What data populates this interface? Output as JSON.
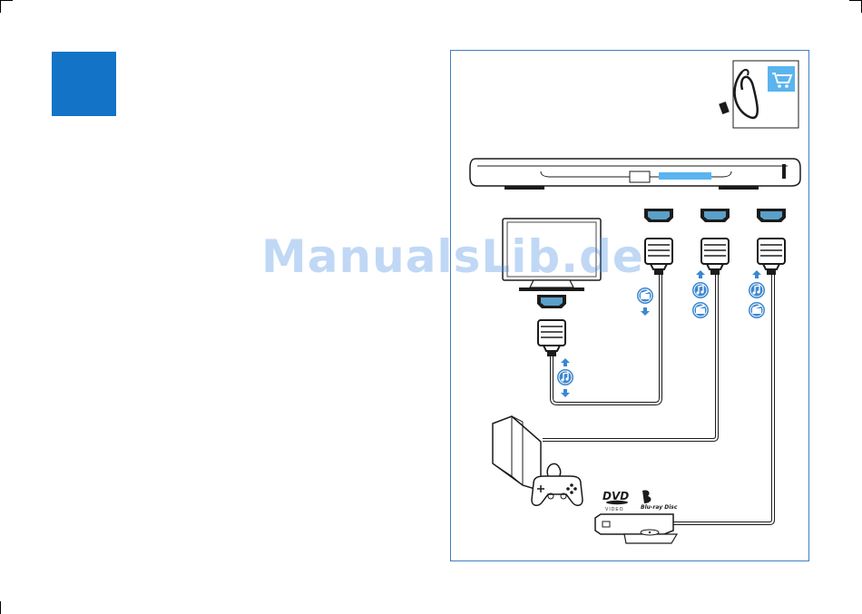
{
  "watermark": "ManualsLib.de",
  "diagram": {
    "dvd_logo": "DVD",
    "dvd_sub": "VIDEO",
    "bluray_logo": "Blu-ray Disc"
  },
  "colors": {
    "accent": "#1273c7",
    "frame": "#3f7fc1",
    "hdmi_port": "#5aa0c8",
    "display": "#5ab4ee",
    "icon_fill": "#3c87d0"
  },
  "icons": [
    "hdmi-cable-icon",
    "shopping-cart-icon",
    "soundbar-icon",
    "tv-icon",
    "hdmi-port-icon",
    "hdmi-plug-icon",
    "arrow-up-icon",
    "arrow-down-icon",
    "music-note-icon",
    "film-clapper-icon",
    "game-console-icon",
    "gamepad-icon",
    "dvd-player-icon"
  ]
}
